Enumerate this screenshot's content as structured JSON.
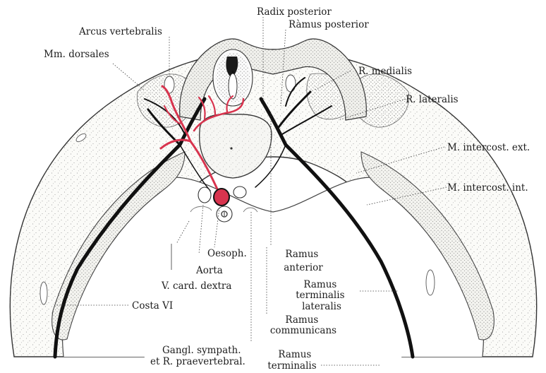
{
  "labels": {
    "radix_posterior": "Radix posterior",
    "ramus_posterior": "Ràmus posterior",
    "arcus_vertebralis": "Arcus vertebralis",
    "mm_dorsales": "Mm. dorsales",
    "r_medialis": "R. medialis",
    "r_lateralis": "R. lateralis",
    "m_intercost_ext": "M. intercost. ext.",
    "m_intercost_int": "M. intercost. int.",
    "oesoph": "Oesoph.",
    "aorta": "Aorta",
    "v_card_dextra": "V. card. dextra",
    "costa_vi": "Costa VI",
    "ramus_anterior_1": "Ramus",
    "ramus_anterior_2": "anterior",
    "ramus_term_lat_1": "Ramus",
    "ramus_term_lat_2": "terminalis",
    "ramus_term_lat_3": "lateralis",
    "ramus_comm_1": "Ramus",
    "ramus_comm_2": "communicans",
    "gangl_1": "Gangl. sympath.",
    "gangl_2": "et R. praevertebral.",
    "ramus_term_1": "Ramus",
    "ramus_term_2": "terminalis"
  },
  "colors": {
    "artery": "#d8344e",
    "nerve": "#111111",
    "tissue": "#fbfbf8",
    "stipple": "#8a8a8a"
  }
}
